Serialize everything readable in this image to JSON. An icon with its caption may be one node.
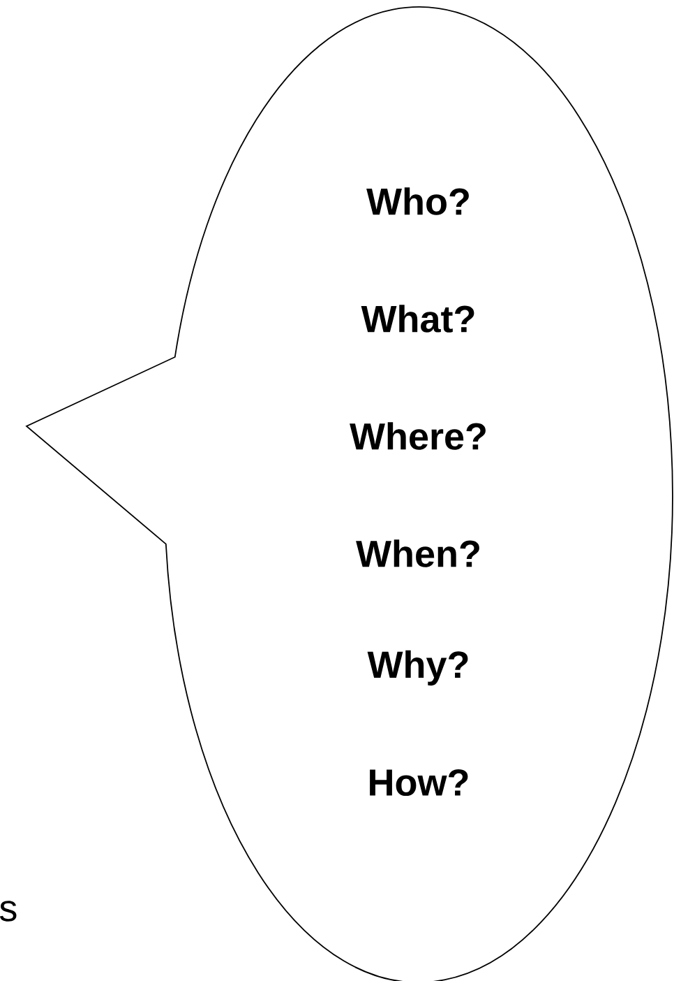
{
  "diagram": {
    "nodes": [
      {
        "text": [
          "Who?",
          "What?",
          "Where?",
          "When?",
          "Why?",
          "How?"
        ]
      }
    ],
    "labels": [
      "s"
    ]
  }
}
